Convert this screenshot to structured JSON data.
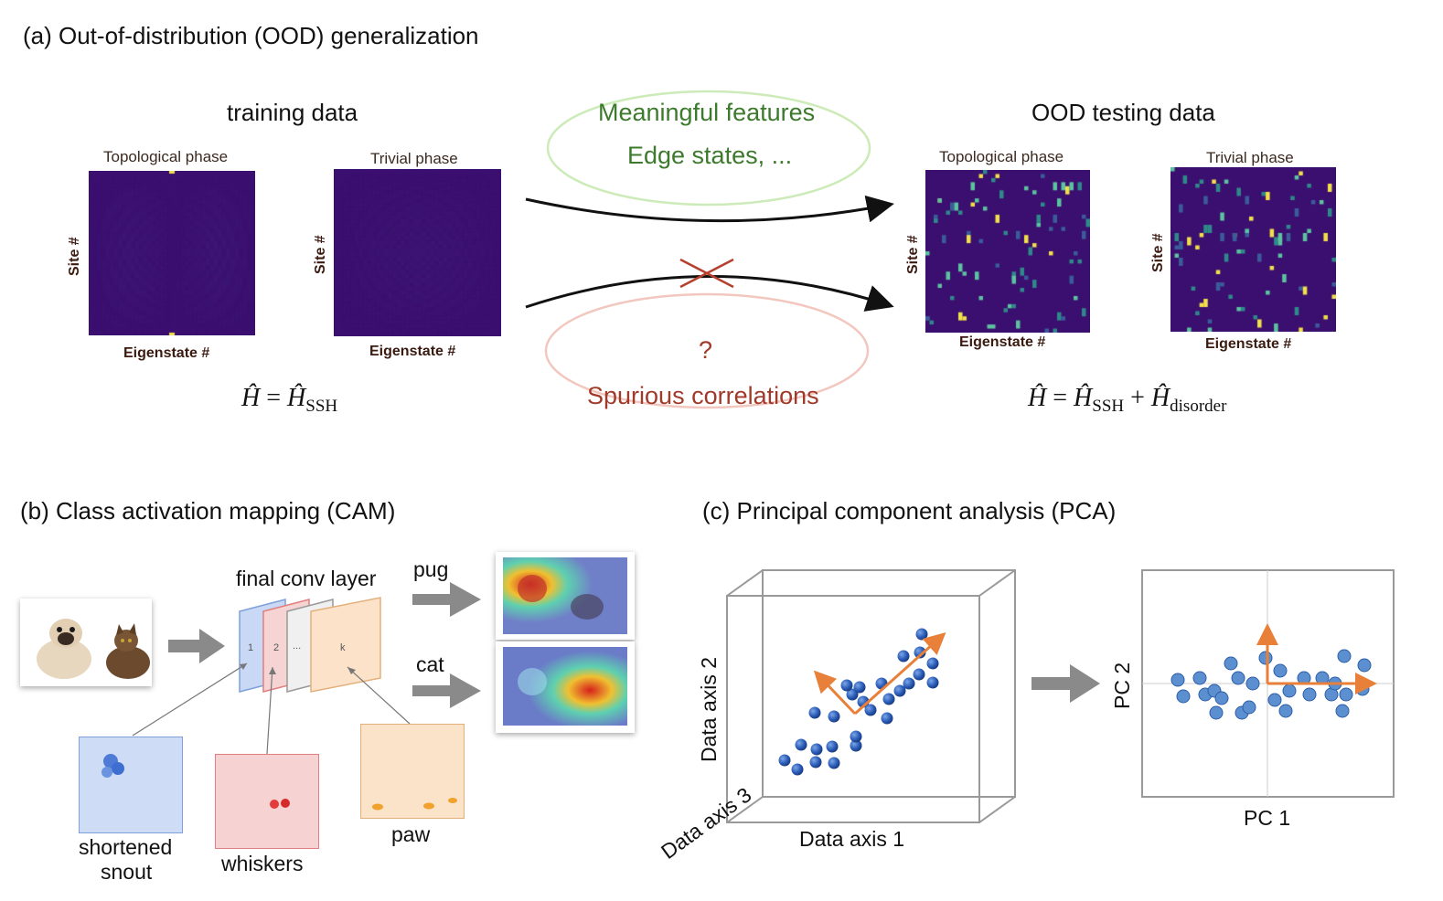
{
  "panel_a": {
    "title": "(a) Out-of-distribution (OOD) generalization",
    "training_heading": "training data",
    "testing_heading": "OOD testing data",
    "topological_label": "Topological phase",
    "trivial_label": "Trivial phase",
    "site_label": "Site #",
    "eigenstate_label": "Eigenstate #",
    "meaningful_label": "Meaningful features",
    "edge_states_label": "Edge states, ...",
    "question_label": "?",
    "spurious_label": "Spurious correlations",
    "eq_train": {
      "lhs": "Ĥ",
      "eq": "=",
      "h": "Ĥ",
      "sub": "SSH"
    },
    "eq_test": {
      "lhs": "Ĥ",
      "eq": "=",
      "h1": "Ĥ",
      "sub1": "SSH",
      "plus": "+",
      "h2": "Ĥ",
      "sub2": "disorder"
    }
  },
  "panel_b": {
    "title": "(b) Class activation mapping (CAM)",
    "final_conv_label": "final conv layer",
    "layer_labels": [
      "1",
      "2",
      "...",
      "k"
    ],
    "pug_label": "pug",
    "cat_label": "cat",
    "shortened_label": "shortened",
    "snout_label": "snout",
    "whiskers_label": "whiskers",
    "paw_label": "paw"
  },
  "panel_c": {
    "title": "(c) Principal component analysis (PCA)",
    "data_axis_1": "Data axis 1",
    "data_axis_2": "Data axis 2",
    "data_axis_3": "Data axis 3",
    "pc1": "PC 1",
    "pc2": "PC 2"
  },
  "colors": {
    "heatmap_bg": "#3b0f6f",
    "green_text": "#3c7a2c",
    "green_ellipse": "#ccebb8",
    "red_text": "#a03a2a",
    "red_ellipse": "#f2c7bf",
    "arrow_gray": "#8a8a8a",
    "pca_orange": "#e8803a",
    "pca_blue": "#5b8fd0"
  }
}
